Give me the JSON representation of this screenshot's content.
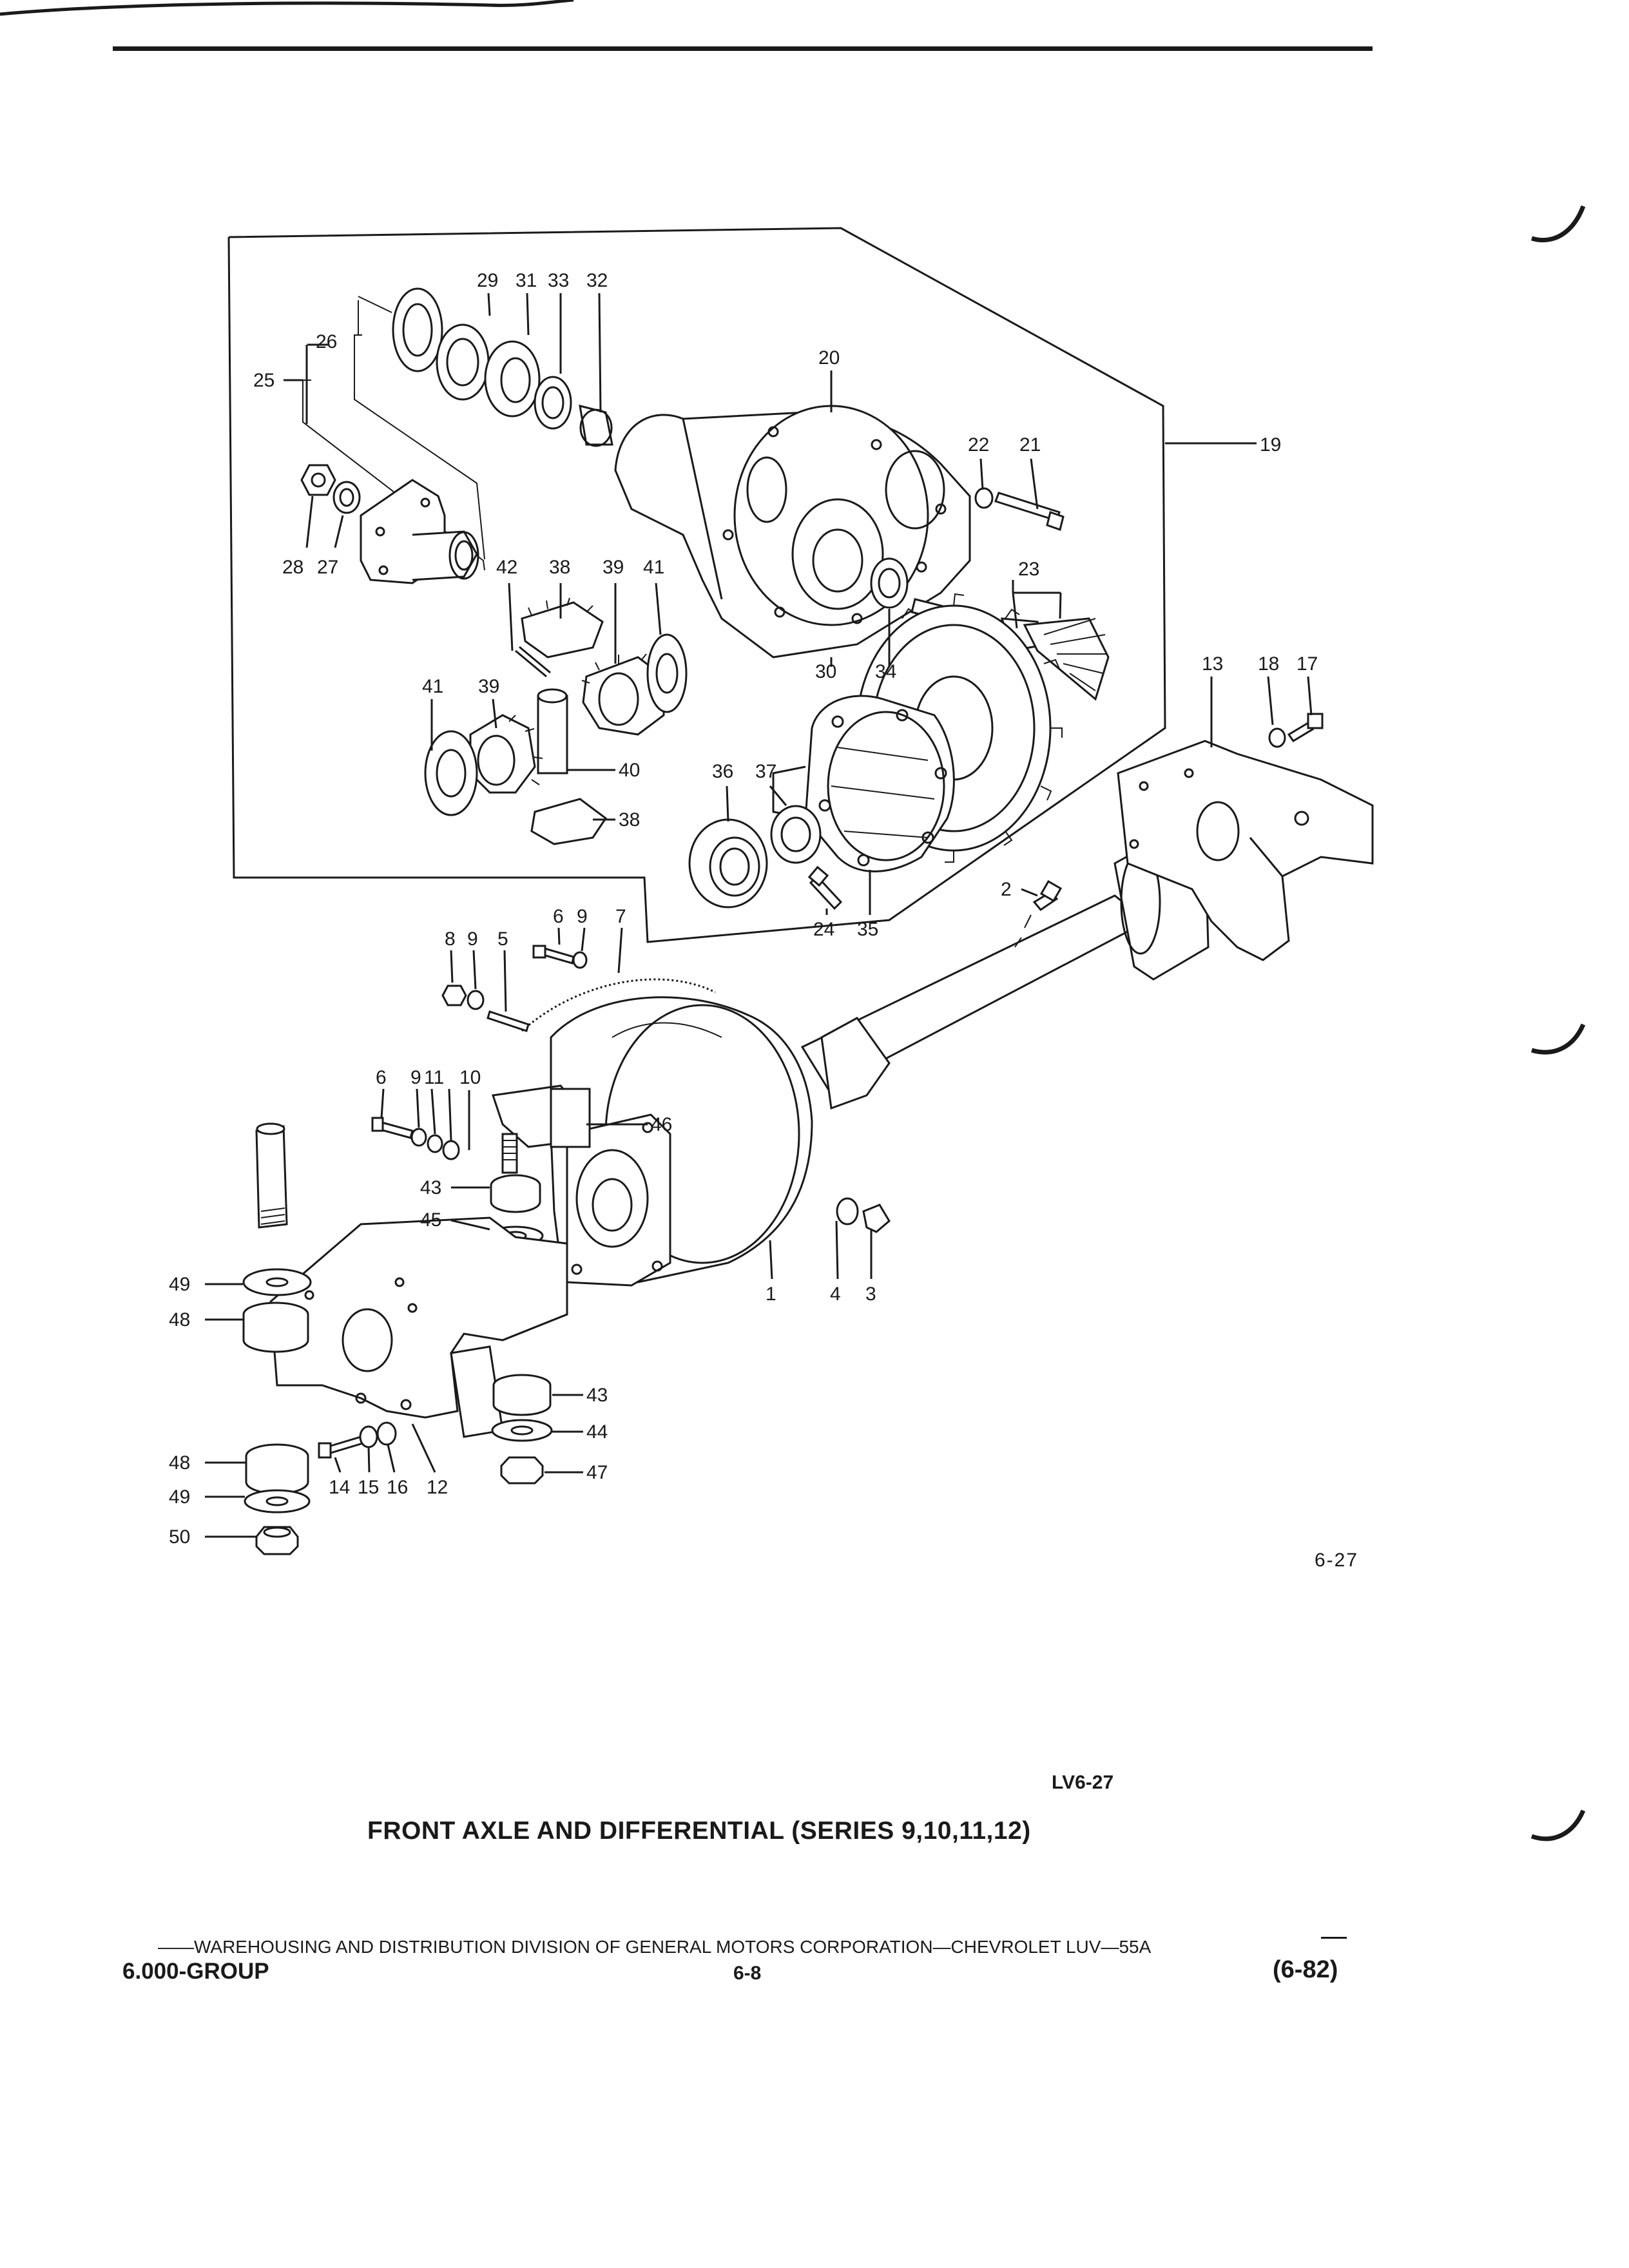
{
  "figure": {
    "fig_number": "6-27",
    "ref_code": "LV6-27",
    "title": "FRONT AXLE AND DIFFERENTIAL (SERIES 9,10,11,12)"
  },
  "footer": {
    "publisher": "——WAREHOUSING AND DISTRIBUTION  DIVISION OF GENERAL MOTORS CORPORATION—CHEVROLET LUV—55A",
    "group": "6.000-GROUP",
    "page": "6-8",
    "date": "(6-82)"
  },
  "callouts": {
    "c1": "1",
    "c2": "2",
    "c3": "3",
    "c4": "4",
    "c5": "5",
    "c6a": "6",
    "c6b": "6",
    "c7": "7",
    "c8": "8",
    "c9a": "9",
    "c9b": "9",
    "c9c": "9",
    "c10": "10",
    "c11": "11",
    "c12": "12",
    "c13": "13",
    "c14": "14",
    "c15": "15",
    "c16": "16",
    "c17": "17",
    "c18": "18",
    "c19": "19",
    "c20": "20",
    "c21": "21",
    "c22": "22",
    "c23": "23",
    "c24": "24",
    "c25": "25",
    "c26": "26",
    "c27": "27",
    "c28": "28",
    "c29": "29",
    "c30": "30",
    "c31": "31",
    "c32": "32",
    "c33": "33",
    "c34": "34",
    "c35": "35",
    "c36": "36",
    "c37": "37",
    "c38a": "38",
    "c38b": "38",
    "c39a": "39",
    "c39b": "39",
    "c40": "40",
    "c41a": "41",
    "c41b": "41",
    "c42": "42",
    "c43a": "43",
    "c43b": "43",
    "c44": "44",
    "c45": "45",
    "c46": "46",
    "c47": "47",
    "c48a": "48",
    "c48b": "48",
    "c49a": "49",
    "c49b": "49",
    "c50": "50"
  }
}
